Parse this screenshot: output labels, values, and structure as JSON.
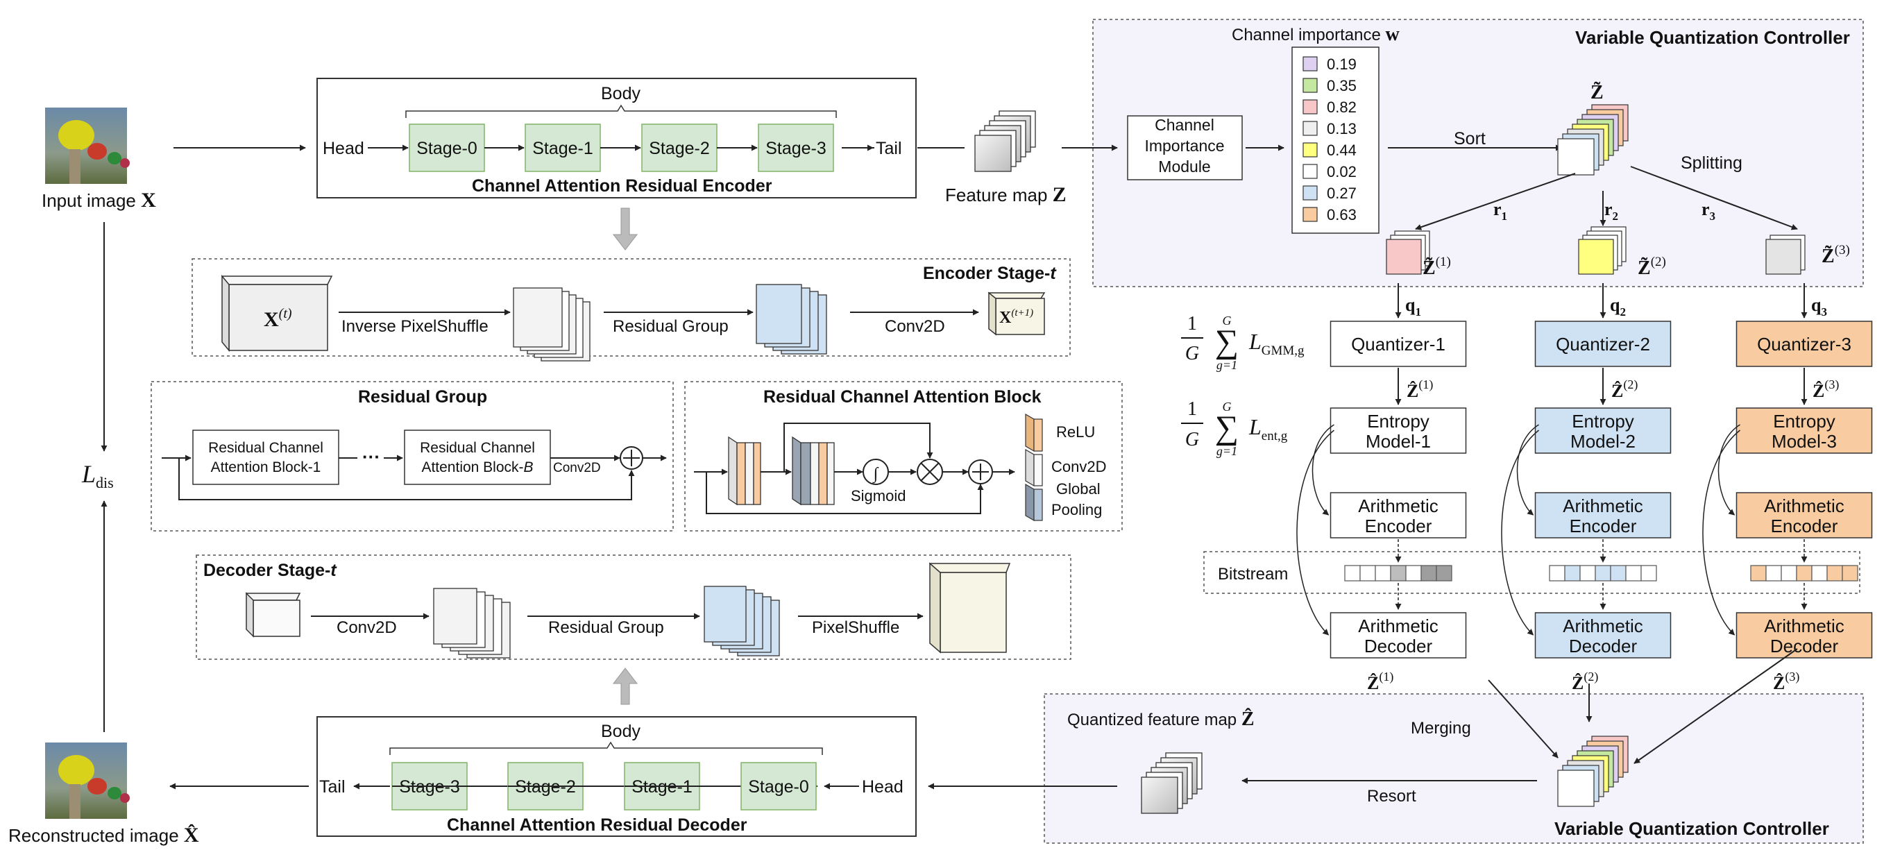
{
  "colors": {
    "stage_fill": "#d5e8d4",
    "stage_stroke": "#82b366",
    "blue_fill": "#cfe2f3",
    "orange_fill": "#f8cba0",
    "controller_bg": "#f4f2fb",
    "gray_arrow": "#bbbbbb"
  },
  "encoder": {
    "title": "Channel Attention Residual Encoder",
    "body_label": "Body",
    "head": "Head",
    "tail": "Tail",
    "stages": [
      "Stage-0",
      "Stage-1",
      "Stage-2",
      "Stage-3"
    ]
  },
  "decoder": {
    "title": "Channel Attention Residual Decoder",
    "body_label": "Body",
    "head": "Head",
    "tail": "Tail",
    "stages": [
      "Stage-3",
      "Stage-2",
      "Stage-1",
      "Stage-0"
    ]
  },
  "input_image": {
    "label": "Input image ",
    "symbol": "X"
  },
  "reconstructed_image": {
    "label": "Reconstructed image ",
    "symbol": "X̂"
  },
  "distortion_loss": {
    "main": "L",
    "sub": "dis"
  },
  "feature_map": {
    "label": "Feature map ",
    "symbol": "Z"
  },
  "encoder_stage": {
    "title": "Encoder Stage-",
    "title_var": "t",
    "input": "X",
    "input_sup": "(t)",
    "op1": "Inverse PixelShuffle",
    "op2": "Residual Group",
    "op3": "Conv2D",
    "output": "X",
    "output_sup": "(t+1)"
  },
  "residual_group": {
    "title": "Residual Group",
    "block1": [
      "Residual Channel",
      "Attention Block-1"
    ],
    "dots": "···",
    "blockB_line1": "Residual Channel",
    "blockB_line2": "Attention Block-",
    "blockB_var": "B",
    "conv": "Conv2D"
  },
  "rcab": {
    "title": "Residual Channel Attention Block",
    "sigmoid": "Sigmoid",
    "integral": "∫",
    "legend": {
      "relu": "ReLU",
      "conv": "Conv2D",
      "pool_line1": "Global",
      "pool_line2": "Pooling"
    }
  },
  "decoder_stage": {
    "title": "Decoder Stage-",
    "title_var": "t",
    "op1": "Conv2D",
    "op2": "Residual Group",
    "op3": "PixelShuffle"
  },
  "vqc_top": {
    "title": "Variable Quantization Controller",
    "importance_label": "Channel importance ",
    "importance_symbol": "w",
    "module": [
      "Channel",
      "Importance",
      "Module"
    ],
    "sort": "Sort",
    "splitting": "Splitting",
    "z_tilde": "Z̃",
    "weights": [
      {
        "value": "0.19",
        "color": "#ddd0f0"
      },
      {
        "value": "0.35",
        "color": "#c5e8a0"
      },
      {
        "value": "0.82",
        "color": "#f8c8c8"
      },
      {
        "value": "0.13",
        "color": "#efefef"
      },
      {
        "value": "0.44",
        "color": "#ffff80"
      },
      {
        "value": "0.02",
        "color": "#ffffff"
      },
      {
        "value": "0.27",
        "color": "#cfe2f3"
      },
      {
        "value": "0.63",
        "color": "#f8cba0"
      }
    ],
    "groups": [
      {
        "r": "r",
        "r_sub": "1",
        "sup": "(1)",
        "color": "#f8c8c8"
      },
      {
        "r": "r",
        "r_sub": "2",
        "sup": "(2)",
        "color": "#ffff80"
      },
      {
        "r": "r",
        "r_sub": "3",
        "sup": "(3)",
        "color": "#e4e4e4"
      }
    ]
  },
  "branches": [
    {
      "q": "q",
      "q_sub": "1",
      "quantizer": "Quantizer-1",
      "entropy": [
        "Entropy",
        "Model-1"
      ],
      "encoder": [
        "Arithmetic",
        "Encoder"
      ],
      "decoder": [
        "Arithmetic",
        "Decoder"
      ],
      "zhat_sup": "(1)",
      "zhat_bottom_sup": "(1)",
      "fill": "#ffffff"
    },
    {
      "q": "q",
      "q_sub": "2",
      "quantizer": "Quantizer-2",
      "entropy": [
        "Entropy",
        "Model-2"
      ],
      "encoder": [
        "Arithmetic",
        "Encoder"
      ],
      "decoder": [
        "Arithmetic",
        "Decoder"
      ],
      "zhat_sup": "(2)",
      "zhat_bottom_sup": "(2)",
      "fill": "#cfe2f3"
    },
    {
      "q": "q",
      "q_sub": "3",
      "quantizer": "Quantizer-3",
      "entropy": [
        "Entropy",
        "Model-3"
      ],
      "encoder": [
        "Arithmetic",
        "Encoder"
      ],
      "decoder": [
        "Arithmetic",
        "Decoder"
      ],
      "zhat_sup": "(3)",
      "zhat_bottom_sup": "(3)",
      "fill": "#f8cba0"
    }
  ],
  "zhat": "Ẑ",
  "bitstream": {
    "label": "Bitstream",
    "cells": [
      [
        "#ffffff",
        "#ffffff",
        "#ffffff",
        "#bdbdbd",
        "#ffffff",
        "#9e9e9e",
        "#9e9e9e"
      ],
      [
        "#ffffff",
        "#cfe2f3",
        "#ffffff",
        "#cfe2f3",
        "#cfe2f3",
        "#ffffff",
        "#ffffff"
      ],
      [
        "#f8cba0",
        "#ffffff",
        "#ffffff",
        "#f8cba0",
        "#ffffff",
        "#f8cba0",
        "#f8cba0"
      ]
    ]
  },
  "losses": {
    "gmm": {
      "frac_num": "1",
      "frac_den": "G",
      "sum": "∑",
      "sum_top": "G",
      "sum_bot": "g=1",
      "L": "L",
      "sub": "GMM,g"
    },
    "ent": {
      "frac_num": "1",
      "frac_den": "G",
      "sum": "∑",
      "sum_top": "G",
      "sum_bot": "g=1",
      "L": "L",
      "sub": "ent,g"
    }
  },
  "vqc_bottom": {
    "title": "Variable Quantization Controller",
    "quantized_label": "Quantized feature map ",
    "quantized_symbol": "Ẑ",
    "merging": "Merging",
    "resort": "Resort"
  }
}
